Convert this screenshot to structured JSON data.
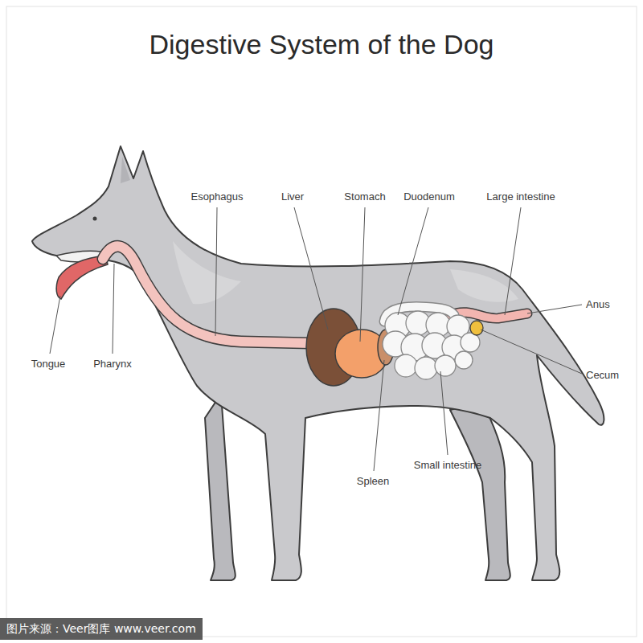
{
  "diagram": {
    "title": "Digestive System of the Dog",
    "labels": [
      "Esophagus",
      "Liver",
      "Stomach",
      "Duodenum",
      "Large intestine",
      "Anus",
      "Tongue",
      "Pharynx",
      "Cecum",
      "Small intestine",
      "Spleen",
      "图片来源：Veer图库 www.veer.com"
    ]
  }
}
